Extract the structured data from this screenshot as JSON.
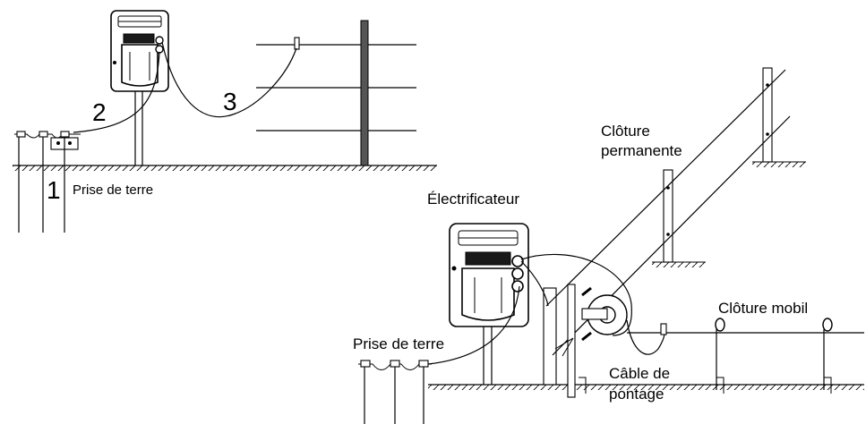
{
  "scene_1": {
    "numbers": [
      "1",
      "2",
      "3"
    ],
    "ground_rod_label": "Prise de terre"
  },
  "scene_2": {
    "energizer_label": "Électrificateur",
    "permanent_fence_label_line1": "Clôture",
    "permanent_fence_label_line2": "permanente",
    "mobile_fence_label": "Clôture mobil",
    "ground_rod_label": "Prise de terre",
    "bridge_cable_label_line1": "Câble de",
    "bridge_cable_label_line2": "pontage"
  }
}
